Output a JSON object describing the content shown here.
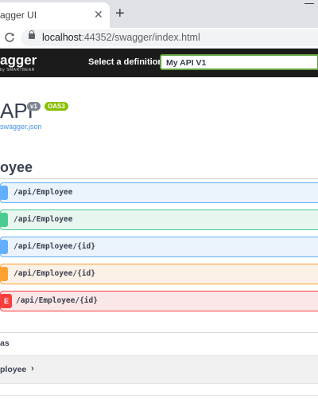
{
  "browser": {
    "tab_title": "agger UI",
    "tab_close": "✕",
    "new_tab": "+",
    "reload_icon": "C",
    "url_host": "localhost",
    "url_path": ":44352/swagger/index.html"
  },
  "topbar": {
    "logo": "agger",
    "logo_sub": "by SMARTBEAR",
    "definition_label": "Select a definition",
    "definition_value": "My API V1"
  },
  "info": {
    "title": "API",
    "version_badge": "v1",
    "oas_badge": "OAS3",
    "json_link": "swagger.json"
  },
  "tag": {
    "name": "oyee",
    "operations": [
      {
        "method": "",
        "path": "/api/Employee",
        "method_color": "#61affe"
      },
      {
        "method": "",
        "path": "/api/Employee",
        "method_color": "#49cc90"
      },
      {
        "method": "",
        "path": "/api/Employee/{id}",
        "method_color": "#61affe"
      },
      {
        "method": "",
        "path": "/api/Employee/{id}",
        "method_color": "#fca130"
      },
      {
        "method": "E",
        "path": "/api/Employee/{id}",
        "method_color": "#f93e3e"
      }
    ]
  },
  "schemas": {
    "title": "as",
    "model_name": "ployee",
    "model_chevron": "›"
  }
}
